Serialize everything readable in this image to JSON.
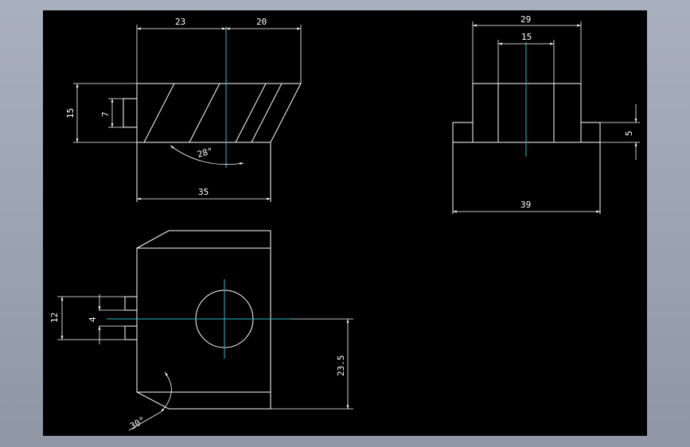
{
  "drawing": {
    "top_view": {
      "dim_width_left": "23",
      "dim_width_right": "20",
      "dim_height": "15",
      "dim_slot": "7",
      "dim_angle": "28°",
      "dim_base": "35"
    },
    "side_view": {
      "dim_top": "29",
      "dim_inner": "15",
      "dim_step": "5",
      "dim_base": "39"
    },
    "front_view": {
      "dim_height": "12",
      "dim_slot": "4",
      "dim_center": "23.5",
      "dim_angle": "30°"
    }
  },
  "colors": {
    "background": "#000000",
    "outline": "#ffffff",
    "centerline": "#2fb6c8",
    "frame": "#9aa2b0"
  }
}
